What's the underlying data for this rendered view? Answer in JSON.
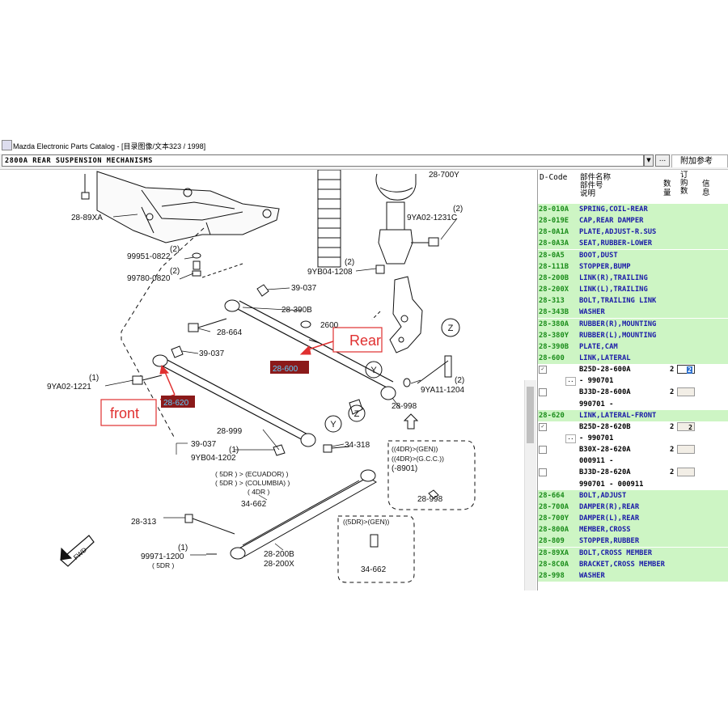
{
  "window": {
    "title": "Mazda Electronic Parts Catalog - [目录图像/文本323 / 1998]"
  },
  "toolbar": {
    "section": "2800A  REAR SUSPENSION MECHANISMS",
    "more_label": "...",
    "tab_label": "附加参考"
  },
  "diagram": {
    "part_labels": [
      "28-89XA",
      "99951-0822",
      "99780-0820",
      "(2)",
      "(2)",
      "28-700Y",
      "9YA02-1231C",
      "(2)",
      "9YB04-1208",
      "(2)",
      "39-037",
      "28-390B",
      "2600",
      "28-664",
      "39-037",
      "28-600",
      "9YA02-1221",
      "(1)",
      "28-620",
      "28-998",
      "9YA11-1204",
      "(2)",
      "28-999",
      "39-037",
      "(1)",
      "9YB04-1202",
      "34-318",
      "( 5DR ) > (ECUADOR) )",
      "( 5DR ) > (COLUMBIA) )",
      "( 4DR )",
      "34-662",
      "((4DR)>(GEN))",
      "((4DR)>(G.C.C.))",
      "(-8901)",
      "28-998",
      "28-313",
      "99971-1200",
      "(1)",
      "( 5DR )",
      "28-200B",
      "28-200X",
      "((5DR)>(GEN))",
      "34-662"
    ],
    "callout_front": "front",
    "callout_rear": "Rear",
    "view_markers": [
      "Z",
      "Y",
      "Y",
      "Z"
    ],
    "fwd_label": "FWD"
  },
  "parts_panel": {
    "headers": {
      "code": "D-Code",
      "name1": "部件名称",
      "name2": "部件号",
      "name3": "说明",
      "qty": "数量",
      "order": "订购数",
      "info": "信息"
    },
    "rows": [
      {
        "kind": "cat",
        "code": "28-010A",
        "desc": "SPRING,COIL-REAR"
      },
      {
        "kind": "cat",
        "code": "28-019E",
        "desc": "CAP,REAR DAMPER"
      },
      {
        "kind": "cat",
        "code": "28-0A1A",
        "desc": "PLATE,ADJUST-R.SUS"
      },
      {
        "kind": "cat",
        "code": "28-0A3A",
        "desc": "SEAT,RUBBER-LOWER"
      },
      {
        "kind": "cat",
        "code": "28-0A5",
        "desc": "BOOT,DUST"
      },
      {
        "kind": "cat",
        "code": "28-111B",
        "desc": "STOPPER,BUMP"
      },
      {
        "kind": "cat",
        "code": "28-200B",
        "desc": "LINK(R),TRAILING"
      },
      {
        "kind": "cat",
        "code": "28-200X",
        "desc": "LINK(L),TRAILING"
      },
      {
        "kind": "cat",
        "code": "28-313",
        "desc": "BOLT,TRAILING LINK"
      },
      {
        "kind": "cat",
        "code": "28-343B",
        "desc": "WASHER"
      },
      {
        "kind": "cat",
        "code": "28-380A",
        "desc": "RUBBER(R),MOUNTING"
      },
      {
        "kind": "cat",
        "code": "28-380Y",
        "desc": "RUBBER(L),MOUNTING"
      },
      {
        "kind": "cat",
        "code": "28-390B",
        "desc": "PLATE,CAM"
      },
      {
        "kind": "cat",
        "code": "28-600",
        "desc": "LINK,LATERAL"
      },
      {
        "kind": "sub",
        "checked": "✓",
        "part": "B25D-28-600A",
        "qty": "2",
        "order": "2",
        "selected": true
      },
      {
        "kind": "subcont",
        "small": "..",
        "text": "- 990701"
      },
      {
        "kind": "sub",
        "checked": "",
        "part": "BJ3D-28-600A",
        "qty": "2",
        "order": ""
      },
      {
        "kind": "subcont",
        "small": "",
        "text": "990701  -"
      },
      {
        "kind": "cat",
        "code": "28-620",
        "desc": "LINK,LATERAL-FRONT"
      },
      {
        "kind": "sub",
        "checked": "✓",
        "part": "B25D-28-620B",
        "qty": "2",
        "order": "2"
      },
      {
        "kind": "subcont",
        "small": "..",
        "text": "- 990701"
      },
      {
        "kind": "sub",
        "checked": "",
        "part": "B30X-28-620A",
        "qty": "2",
        "order": ""
      },
      {
        "kind": "subcont",
        "small": "",
        "text": "000911  -"
      },
      {
        "kind": "sub",
        "checked": "",
        "part": "BJ3D-28-620A",
        "qty": "2",
        "order": ""
      },
      {
        "kind": "subcont",
        "small": "",
        "text": "990701  -  000911"
      },
      {
        "kind": "cat",
        "code": "28-664",
        "desc": "BOLT,ADJUST"
      },
      {
        "kind": "cat",
        "code": "28-700A",
        "desc": "DAMPER(R),REAR"
      },
      {
        "kind": "cat",
        "code": "28-700Y",
        "desc": "DAMPER(L),REAR"
      },
      {
        "kind": "cat",
        "code": "28-800A",
        "desc": "MEMBER,CROSS"
      },
      {
        "kind": "cat",
        "code": "28-809",
        "desc": "STOPPER,RUBBER"
      },
      {
        "kind": "cat",
        "code": "28-89XA",
        "desc": "BOLT,CROSS MEMBER"
      },
      {
        "kind": "cat",
        "code": "28-8C0A",
        "desc": "BRACKET,CROSS MEMBER"
      },
      {
        "kind": "cat",
        "code": "28-998",
        "desc": "WASHER"
      }
    ]
  },
  "colors": {
    "cat_bg": "#cdf5c4",
    "code": "#1a8c1a",
    "desc": "#1a1aa8",
    "highlight": "#8b1a1a",
    "callout_red": "#e03030"
  }
}
